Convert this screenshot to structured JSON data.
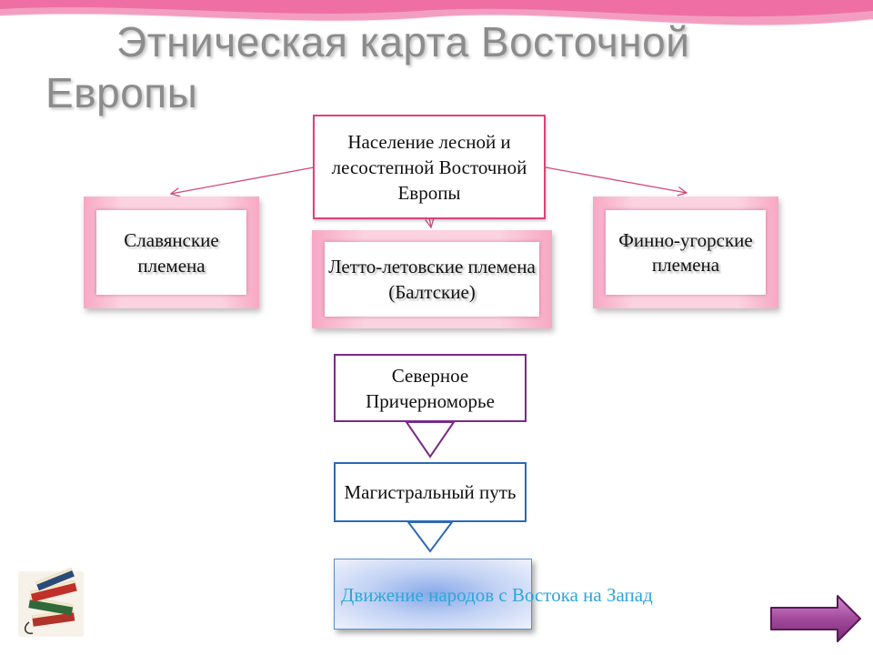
{
  "title": "Этническая карта Восточной Европы",
  "diagram": {
    "root": "Население лесной и лесостепной Восточной Европы",
    "tribes": [
      "Славянские племена",
      "Летто-летовские племена (Балтские)",
      "Финно-угорские племена"
    ],
    "flow": [
      "Северное Причерноморье",
      "Магистральный путь"
    ],
    "link_text": "Движение народов с Востока на Запад"
  },
  "icons": {
    "books": "books-icon",
    "next": "next-arrow-icon"
  },
  "colors": {
    "accent": "#e0407a",
    "tribe_frame": "#f7a8c4",
    "north_border": "#7a2a8a",
    "road_border": "#2a6ab8",
    "link": "#2ea6d8",
    "next_button": "#a24a9c"
  }
}
